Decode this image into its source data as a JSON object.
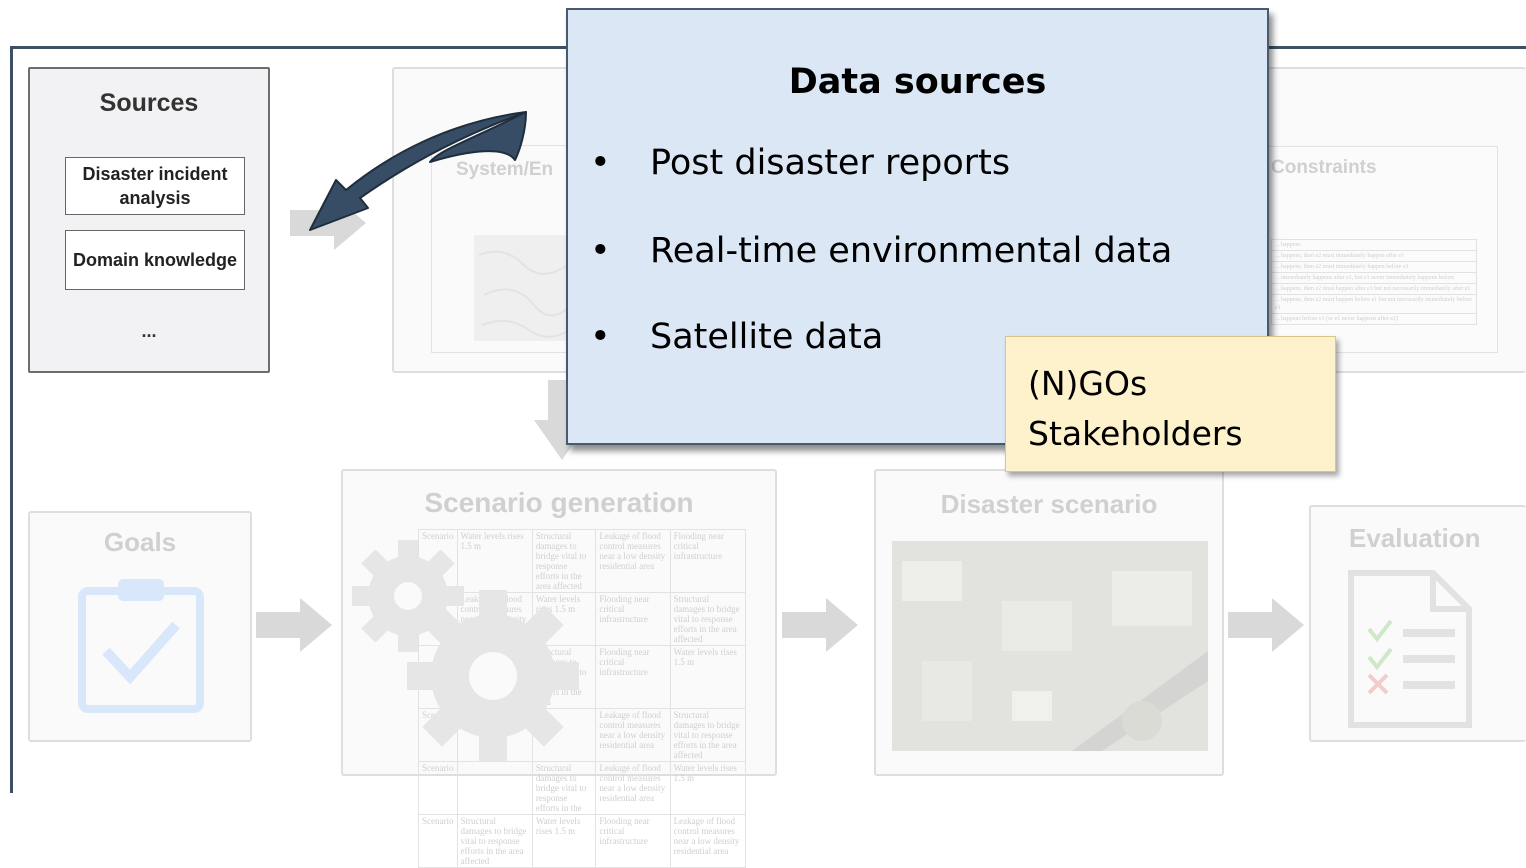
{
  "sources": {
    "title": "Sources",
    "items": [
      "Disaster incident analysis",
      "Domain knowledge"
    ],
    "more": "..."
  },
  "faded": {
    "system_env": "System/En",
    "constraints": "Constraints",
    "scenario_generation": "Scenario generation",
    "disaster_scenario": "Disaster scenario",
    "goals": "Goals",
    "evaluation": "Evaluation"
  },
  "scenario_table": [
    [
      "Scenario",
      "Water levels rises 1.5 m",
      "Structural damages to bridge vital to response efforts in the area affected",
      "Leakage of flood control measures near a low density residential area",
      "Flooding near critical infrastructure"
    ],
    [
      "",
      "Leakage of flood control measures near a low density residential area",
      "Water levels rises 1.5 m",
      "Flooding near critical infrastructure",
      "Structural damages to bridge vital to response efforts in the area affected"
    ],
    [
      "",
      "",
      "Structural damages to bridge vital to response efforts in the area",
      "Flooding near critical infrastructure",
      "Water levels rises 1.5 m"
    ],
    [
      "Scenario",
      "near critical infrastructure",
      "",
      "Leakage of flood control measures near a low density residential area",
      "Structural damages to bridge vital to response efforts in the area affected"
    ],
    [
      "Scenario",
      "",
      "Structural damages to bridge vital to response efforts in the",
      "Leakage of flood control measures near a low density residential area",
      "Water levels rises 1.5 m"
    ],
    [
      "Scenario",
      "Structural damages to bridge vital to response efforts in the area affected",
      "Water levels rises 1.5 m",
      "Flooding near critical infrastructure",
      "Leakage of flood control measures near a low density residential area"
    ]
  ],
  "constraints_table": [
    "... happens",
    "... happens, then e2 must immediately happen after e1",
    "... happens, then e2 must immediately happen before e1",
    "... immediately happens after e1, but e1 never immediately happens before",
    "... happens, then e2 must happen after e1 but not necessarily immediately after e1",
    "... happens, then e2 must happen before e1 but not necessarily immediately before e1",
    "... happens before e1 (or e1 never happens after e2)"
  ],
  "popup": {
    "title": "Data sources",
    "items": [
      "Post disaster reports",
      "Real-time environmental data",
      "Satellite data"
    ],
    "bullet": "•"
  },
  "note": {
    "lines": [
      "(N)GOs",
      "Stakeholders"
    ]
  },
  "colors": {
    "frame": "#3d4f63",
    "popup_bg": "#dbe7f4",
    "note_bg": "#fdf2cc",
    "curved_arrow": "#374d66"
  }
}
